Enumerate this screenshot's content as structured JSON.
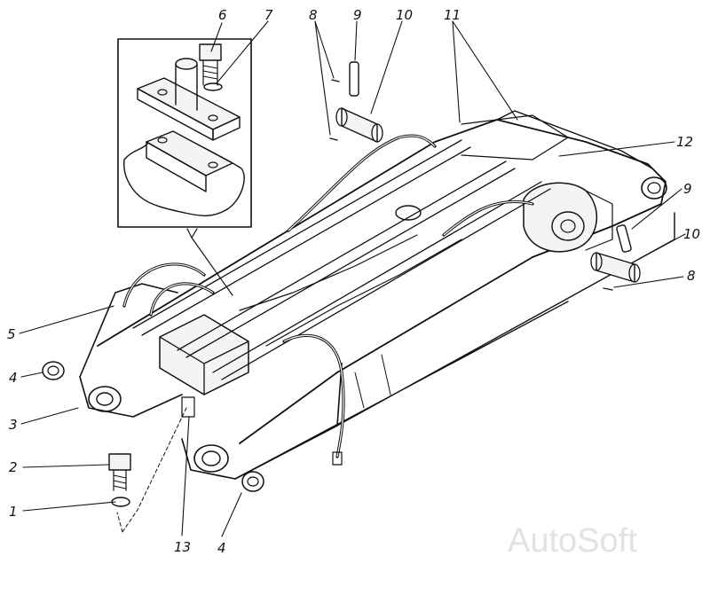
{
  "callouts": [
    {
      "id": "c1",
      "text": "1"
    },
    {
      "id": "c2",
      "text": "2"
    },
    {
      "id": "c3",
      "text": "3"
    },
    {
      "id": "c4a",
      "text": "4"
    },
    {
      "id": "c4b",
      "text": "4"
    },
    {
      "id": "c5",
      "text": "5"
    },
    {
      "id": "c6",
      "text": "6"
    },
    {
      "id": "c7",
      "text": "7"
    },
    {
      "id": "c8a",
      "text": "8"
    },
    {
      "id": "c8b",
      "text": "8"
    },
    {
      "id": "c9a",
      "text": "9"
    },
    {
      "id": "c9b",
      "text": "9"
    },
    {
      "id": "c10a",
      "text": "10"
    },
    {
      "id": "c10b",
      "text": "10"
    },
    {
      "id": "c11",
      "text": "11"
    },
    {
      "id": "c12",
      "text": "12"
    },
    {
      "id": "c13",
      "text": "13"
    }
  ],
  "watermark": "AutoSoft",
  "colors": {
    "ink": "#111111",
    "paper": "#ffffff",
    "watermark": "#e2e2e2"
  }
}
